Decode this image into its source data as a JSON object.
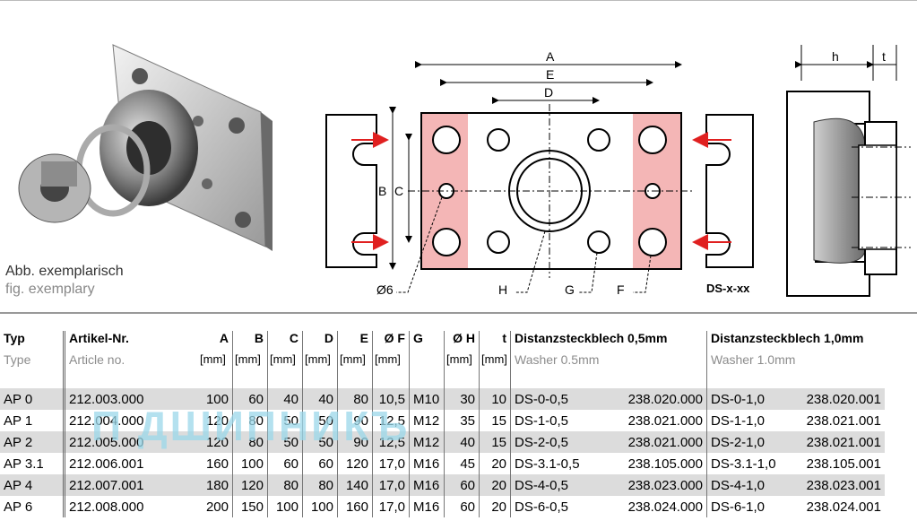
{
  "captions": {
    "de": "Abb. exemplarisch",
    "en": "fig. exemplary"
  },
  "drawing": {
    "dims": {
      "A": "A",
      "E": "E",
      "D": "D",
      "B": "B",
      "C": "C",
      "h": "h",
      "t": "t"
    },
    "callouts": {
      "phi6": "Ø6",
      "H": "H",
      "G": "G",
      "F": "F"
    },
    "washer_label": "DS-x-xx"
  },
  "watermark": "П ДШИПНИКЪ",
  "table": {
    "headers_de": [
      "Typ",
      "Artikel-Nr.",
      "A",
      "B",
      "C",
      "D",
      "E",
      "Ø F",
      "G",
      "Ø H",
      "t",
      "Distanzsteckblech 0,5mm",
      "Distanzsteckblech 1,0mm"
    ],
    "headers_en": [
      "Type",
      "Article no.",
      "[mm]",
      "[mm]",
      "[mm]",
      "[mm]",
      "[mm]",
      "[mm]",
      "",
      "[mm]",
      "[mm]",
      "Washer 0.5mm",
      "Washer 1.0mm"
    ],
    "rows": [
      [
        "AP 0",
        "212.003.000",
        "100",
        "60",
        "40",
        "40",
        "80",
        "10,5",
        "M10",
        "30",
        "10",
        "DS-0-0,5",
        "238.020.000",
        "DS-0-1,0",
        "238.020.001"
      ],
      [
        "AP 1",
        "212.004.000",
        "120",
        "80",
        "50",
        "50",
        "90",
        "12,5",
        "M12",
        "35",
        "15",
        "DS-1-0,5",
        "238.021.000",
        "DS-1-1,0",
        "238.021.001"
      ],
      [
        "AP 2",
        "212.005.000",
        "120",
        "80",
        "50",
        "50",
        "90",
        "12,5",
        "M12",
        "40",
        "15",
        "DS-2-0,5",
        "238.021.000",
        "DS-2-1,0",
        "238.021.001"
      ],
      [
        "AP 3.1",
        "212.006.001",
        "160",
        "100",
        "60",
        "60",
        "120",
        "17,0",
        "M16",
        "45",
        "20",
        "DS-3.1-0,5",
        "238.105.000",
        "DS-3.1-1,0",
        "238.105.001"
      ],
      [
        "AP 4",
        "212.007.001",
        "180",
        "120",
        "80",
        "80",
        "140",
        "17,0",
        "M16",
        "60",
        "20",
        "DS-4-0,5",
        "238.023.000",
        "DS-4-1,0",
        "238.023.001"
      ],
      [
        "AP 6",
        "212.008.000",
        "200",
        "150",
        "100",
        "100",
        "160",
        "17,0",
        "M16",
        "60",
        "20",
        "DS-6-0,5",
        "238.024.000",
        "DS-6-1,0",
        "238.024.001"
      ]
    ]
  }
}
